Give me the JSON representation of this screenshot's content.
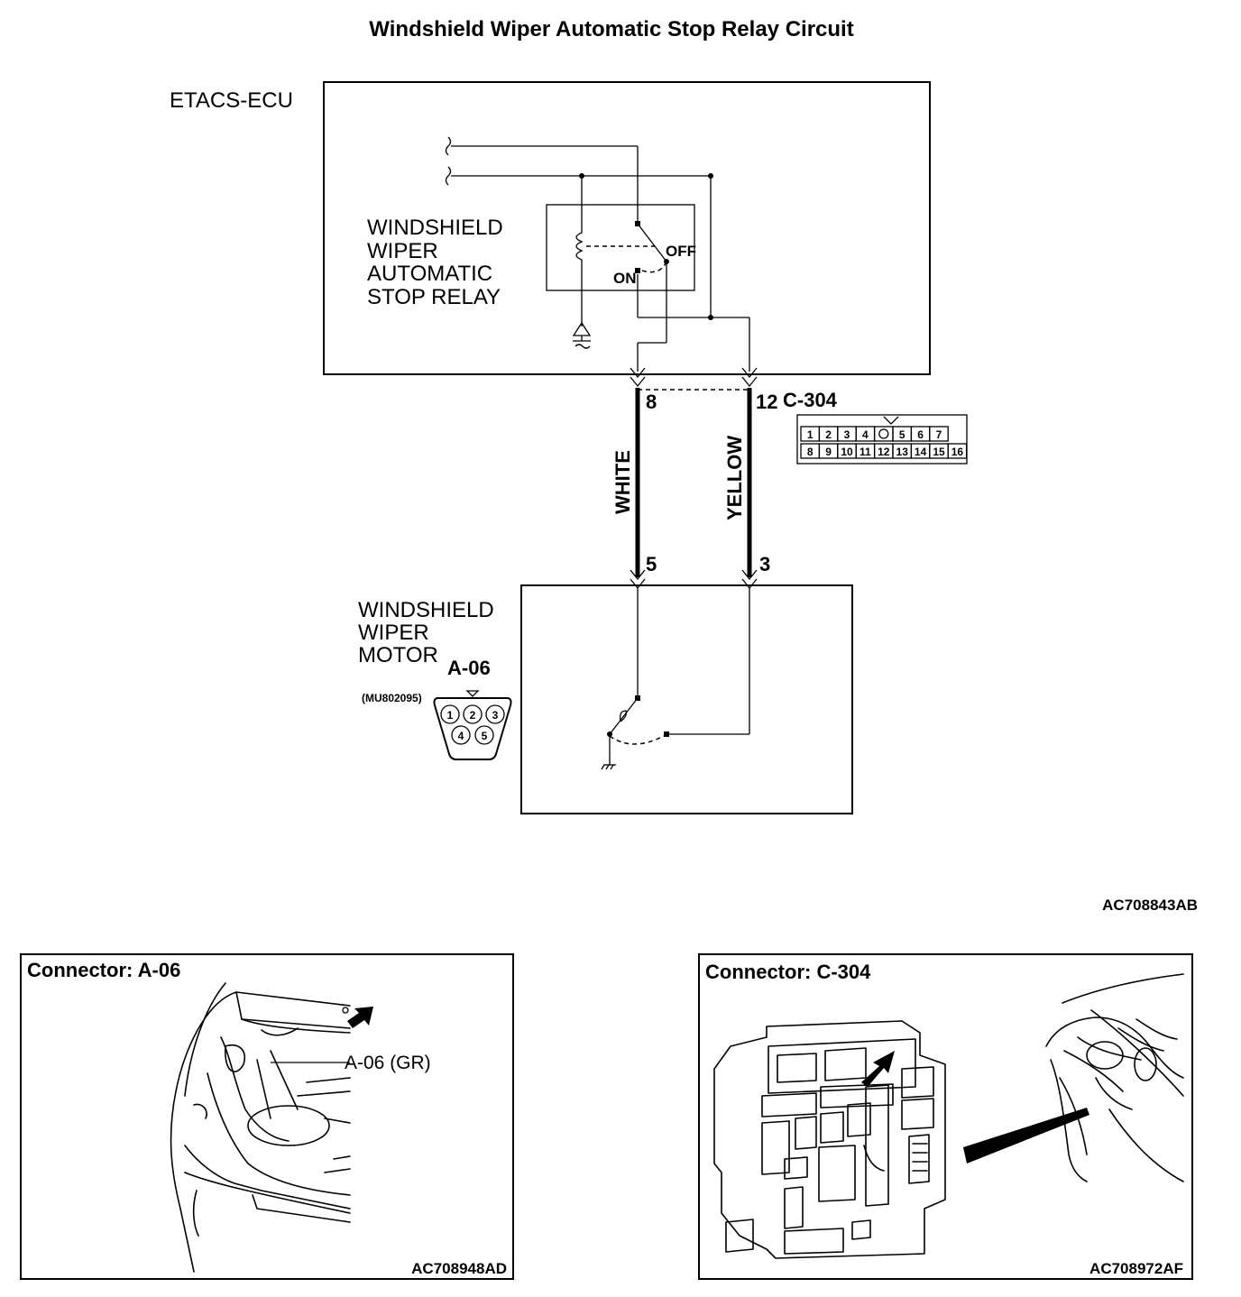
{
  "title": "Windshield Wiper Automatic Stop Relay Circuit",
  "ecu": {
    "label": "ETACS-ECU",
    "relay_lines": [
      "WINDSHIELD",
      "WIPER",
      "AUTOMATIC",
      "STOP RELAY"
    ],
    "switch_off": "OFF",
    "switch_on": "ON"
  },
  "connector_c304": {
    "name": "C-304",
    "pin_white": "8",
    "pin_yellow": "12",
    "pins_top": [
      "1",
      "2",
      "3",
      "4",
      "",
      "5",
      "6",
      "7"
    ],
    "pins_bottom": [
      "8",
      "9",
      "10",
      "11",
      "12",
      "13",
      "14",
      "15",
      "16"
    ]
  },
  "wires": {
    "left_color": "WHITE",
    "right_color": "YELLOW"
  },
  "motor": {
    "label_lines": [
      "WINDSHIELD",
      "WIPER",
      "MOTOR"
    ],
    "connector": "A-06",
    "part_number": "(MU802095)",
    "pin_white": "5",
    "pin_yellow": "3",
    "pins": [
      "1",
      "2",
      "3",
      "4",
      "5"
    ]
  },
  "diagram_code": "AC708843AB",
  "panel_a06": {
    "title": "Connector: A-06",
    "callout": "A-06 (GR)",
    "code": "AC708948AD"
  },
  "panel_c304": {
    "title": "Connector: C-304",
    "code": "AC708972AF"
  }
}
